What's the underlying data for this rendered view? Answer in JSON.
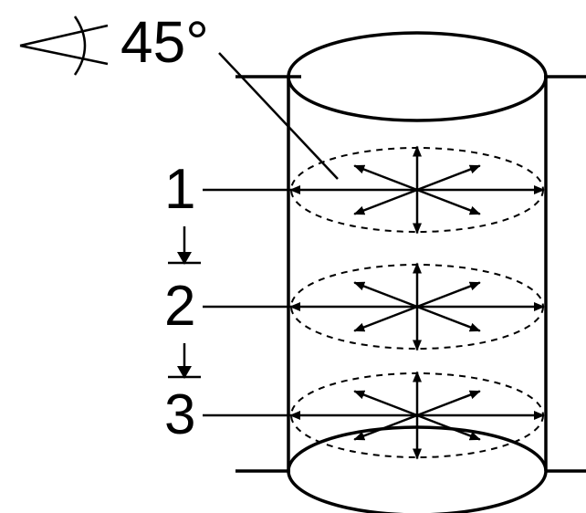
{
  "angle_label": "45°",
  "sections": [
    {
      "label": "1"
    },
    {
      "label": "2"
    },
    {
      "label": "3"
    }
  ],
  "step_arrow_glyph": "↓"
}
